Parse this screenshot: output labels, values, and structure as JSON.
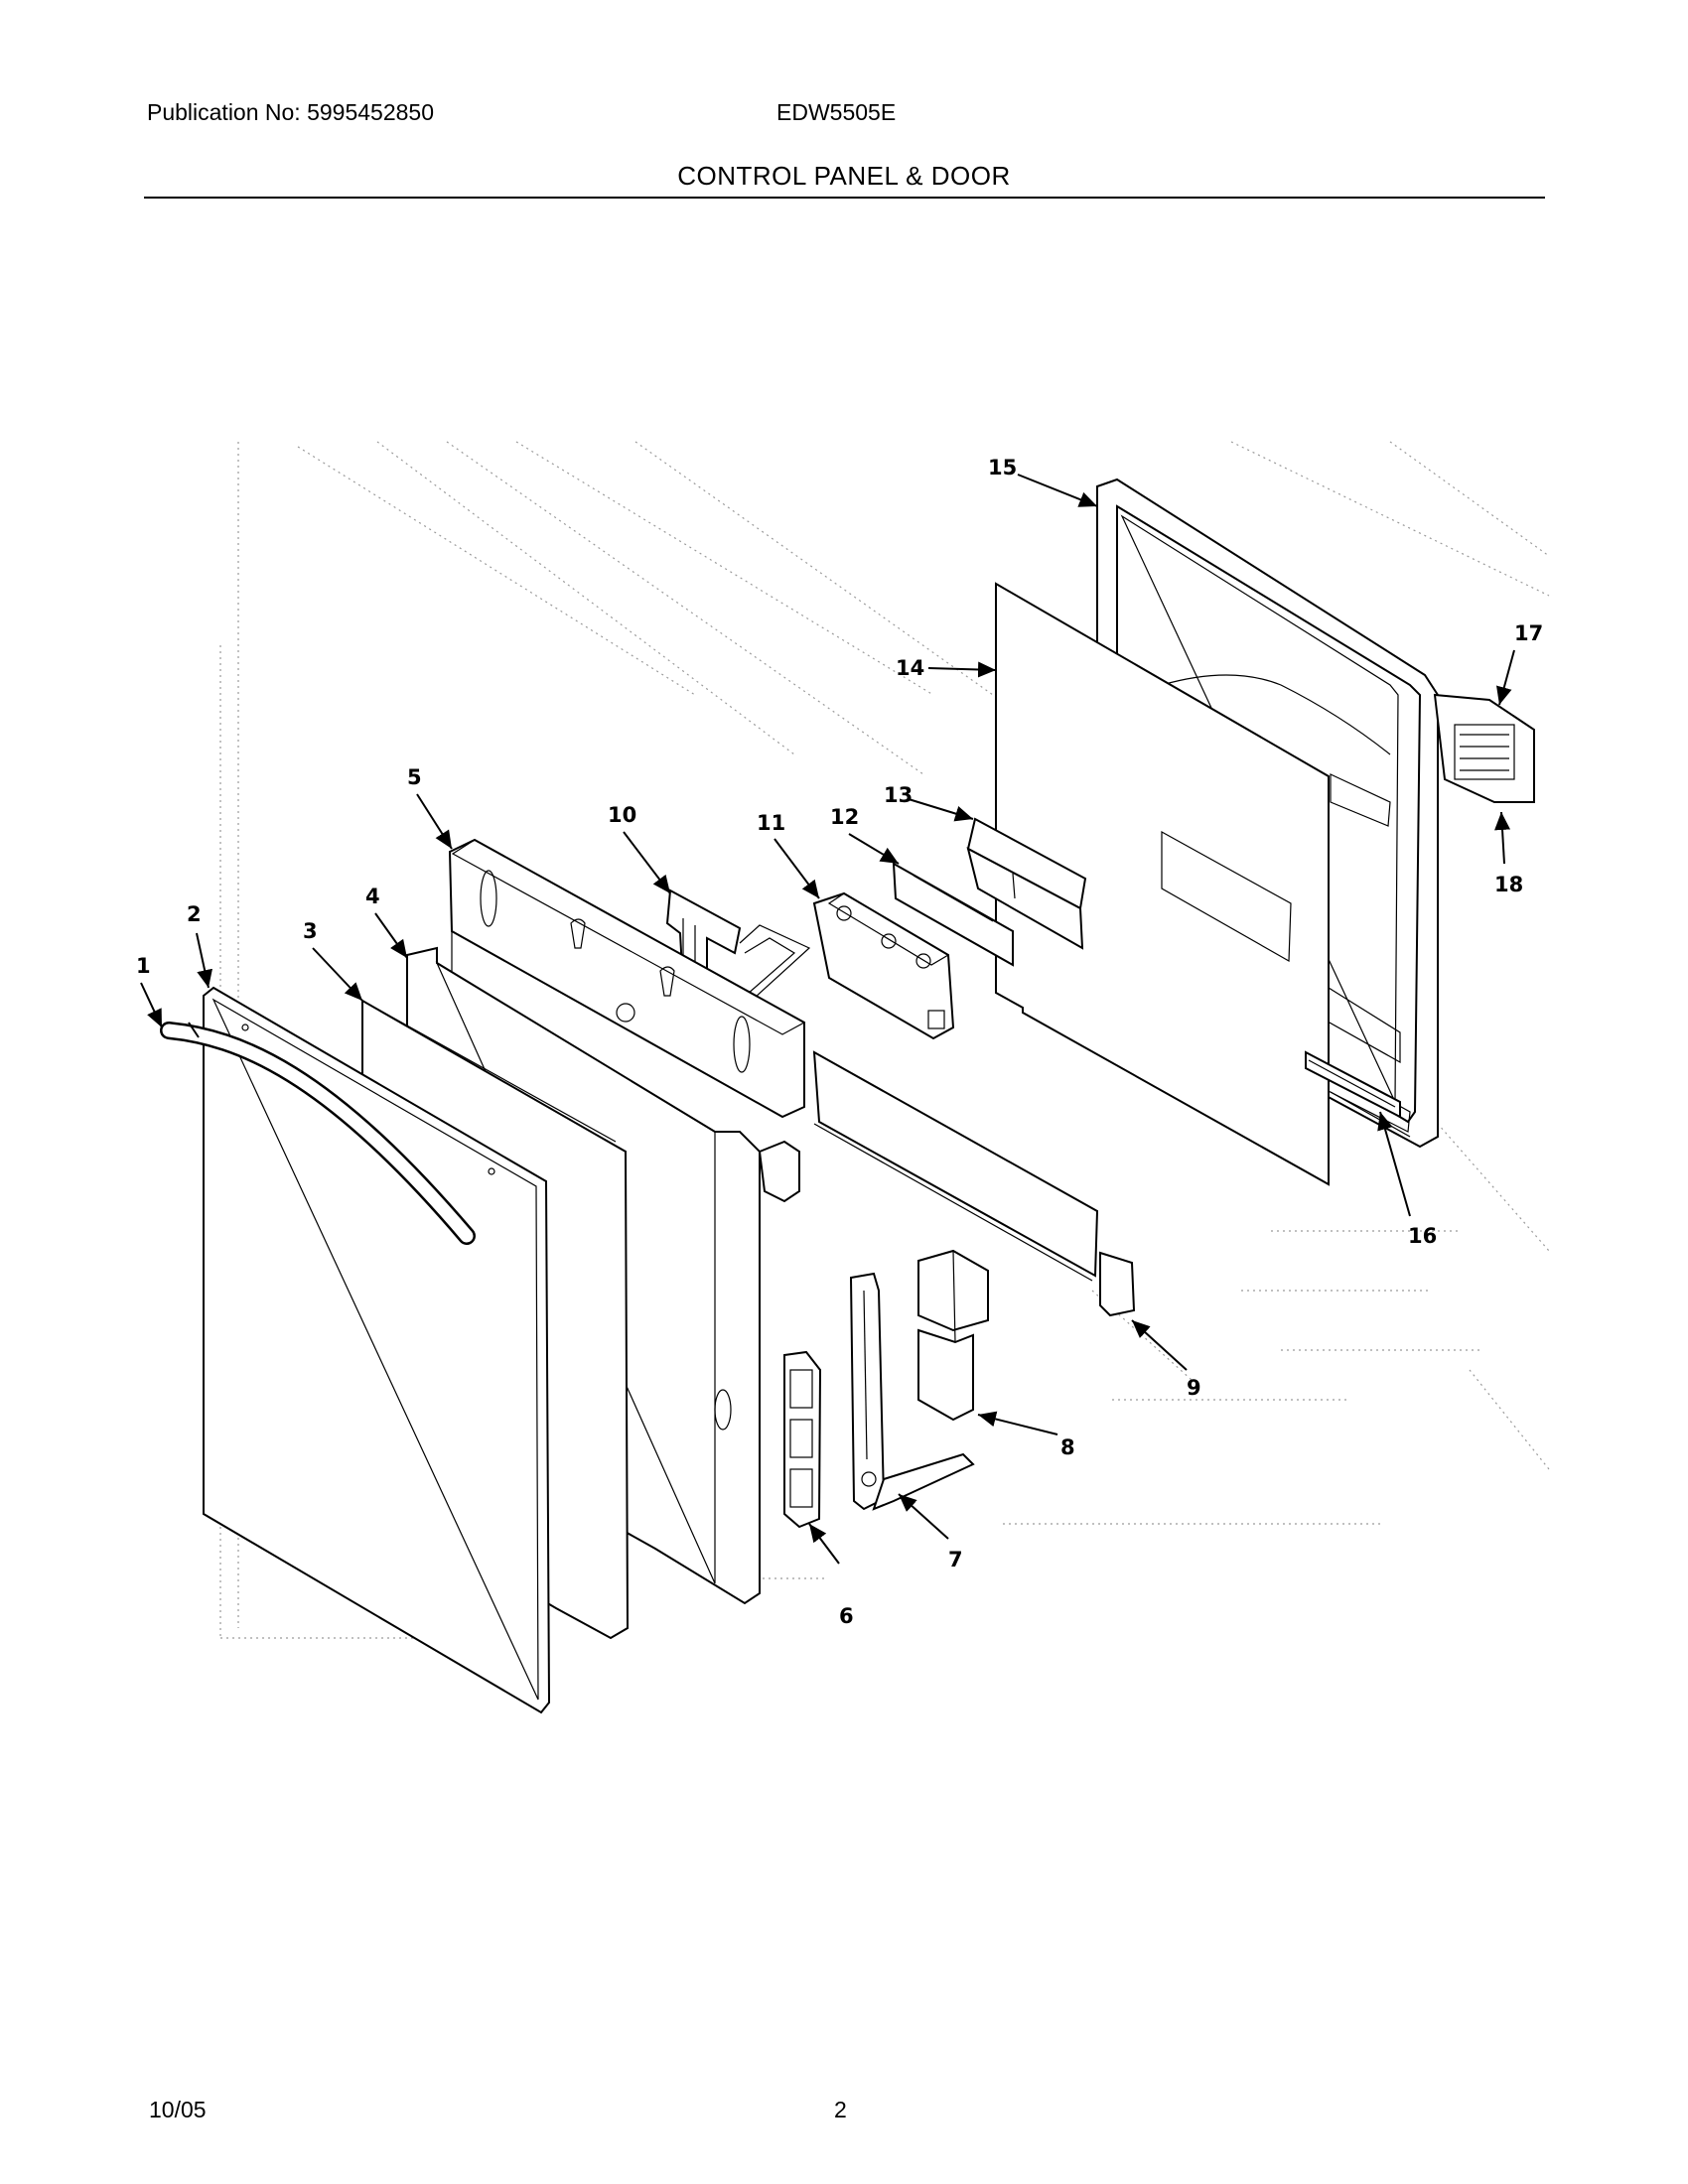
{
  "header": {
    "publication": "Publication No: 5995452850",
    "model": "EDW5505E",
    "section_title": "CONTROL PANEL & DOOR"
  },
  "footer": {
    "date": "10/05",
    "page_number": "2"
  },
  "diagram": {
    "callouts": [
      "1",
      "2",
      "3",
      "4",
      "5",
      "6",
      "7",
      "8",
      "9",
      "10",
      "11",
      "12",
      "13",
      "14",
      "15",
      "16",
      "17",
      "18"
    ]
  }
}
